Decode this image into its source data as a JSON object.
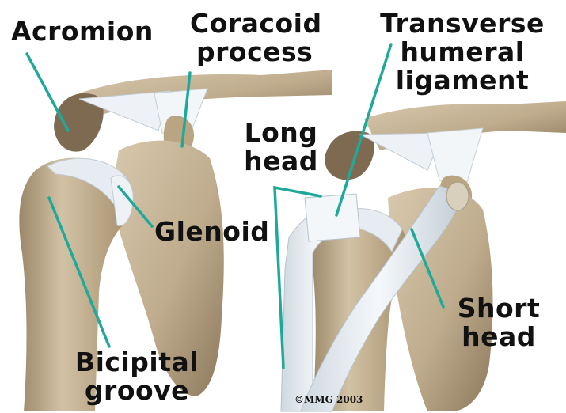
{
  "labels": {
    "acromion": "Acromion",
    "coracoid_line1": "Coracoid",
    "coracoid_line2": "process",
    "transverse_line1": "Transverse",
    "transverse_line2": "humeral",
    "transverse_line3": "ligament",
    "long_line1": "Long",
    "long_line2": "head",
    "glenoid": "Glenoid",
    "short_line1": "Short",
    "short_line2": "head",
    "bicipital_line1": "Bicipital",
    "bicipital_line2": "groove"
  },
  "credit": "©MMG 2003",
  "colors": {
    "leader_line": "#1fa99b",
    "bone": "#c9b79a",
    "bone_shadow": "#8e7a5e",
    "cartilage": "#e9eef3",
    "tendon": "#eef2f6"
  }
}
